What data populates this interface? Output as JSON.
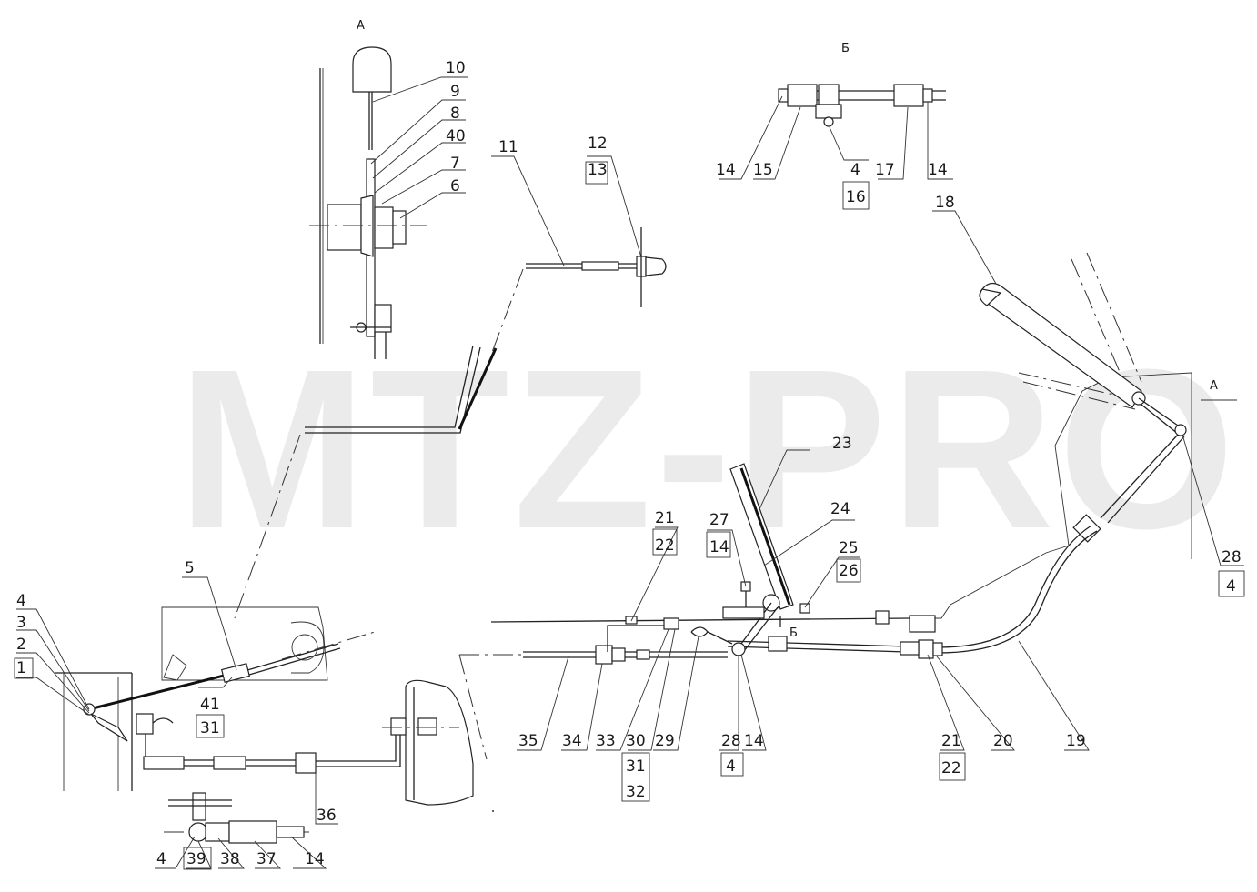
{
  "watermark": "MTZ-PRO",
  "views": {
    "a": "А",
    "b": "Б",
    "b_mark": "Б",
    "a_arrow": "А"
  },
  "callouts": {
    "c1": "1",
    "c2": "2",
    "c3": "3",
    "c4a": "4",
    "c5": "5",
    "c41": "41",
    "c31a": "31",
    "c10": "10",
    "c9": "9",
    "c8": "8",
    "c40": "40",
    "c7": "7",
    "c6": "6",
    "c11": "11",
    "c12": "12",
    "c13": "13",
    "c14a": "14",
    "c15": "15",
    "c4b": "4",
    "c16": "16",
    "c17": "17",
    "c14b": "14",
    "c18": "18",
    "c28a": "28",
    "c4c": "4",
    "c23": "23",
    "c24": "24",
    "c27": "27",
    "c14c": "14",
    "c21a": "21",
    "c22a": "22",
    "c25": "25",
    "c26": "26",
    "c35": "35",
    "c34": "34",
    "c33": "33",
    "c30": "30",
    "c31b": "31",
    "c32": "32",
    "c29": "29",
    "c28b": "28",
    "c4d": "4",
    "c14d": "14",
    "c21b": "21",
    "c22b": "22",
    "c20": "20",
    "c19": "19",
    "c36": "36",
    "c4e": "4",
    "c39": "39",
    "c38": "38",
    "c37": "37",
    "c14e": "14"
  }
}
